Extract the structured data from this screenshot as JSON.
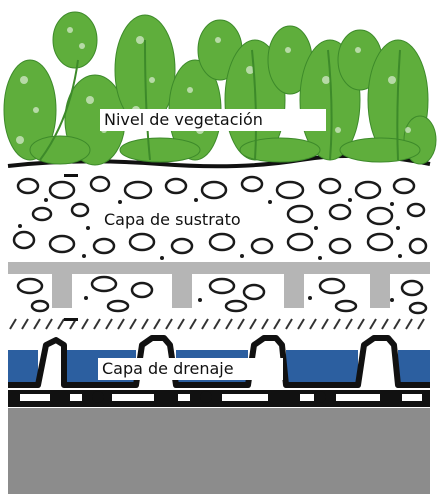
{
  "diagram": {
    "labels": {
      "vegetation": "Nivel de vegetación",
      "substrate": "Capa de sustrato",
      "drainage": "Capa de drenaje"
    },
    "colors": {
      "plant_green": "#5fae3c",
      "plant_dark": "#3d8a2a",
      "gravel_outline": "#1a1a1a",
      "drainage_blue": "#2c5fa0",
      "slab_gray": "#8c8c8c",
      "filter_gray": "#b5b5b5"
    }
  }
}
